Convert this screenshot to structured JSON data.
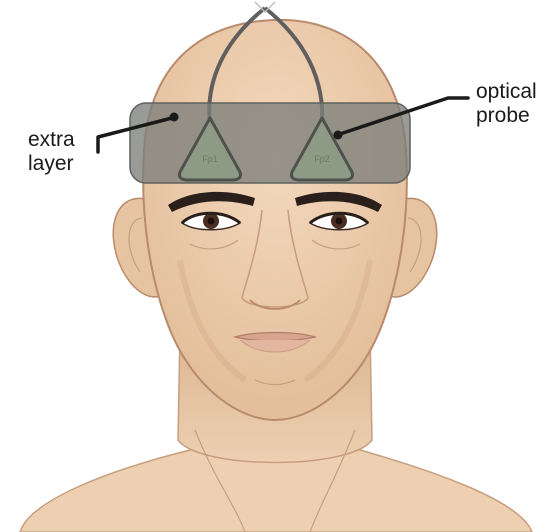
{
  "labels": {
    "extra_layer": [
      "extra",
      "layer"
    ],
    "optical_probe": [
      "optical",
      "probe"
    ]
  },
  "probes": [
    {
      "tag": "Fp1"
    },
    {
      "tag": "Fp2"
    }
  ],
  "colors": {
    "skin": "#eccdaa",
    "skin_shadow": "#d8b08c",
    "outline": "#b98a6b",
    "band": "#7c7f7b",
    "probe_fill": "#8c9a86",
    "probe_edge": "#6c6e69",
    "cable": "#5f5f5f",
    "brow": "#2b1f1c",
    "lips": "#d7a58f"
  },
  "icons": {
    "head": "human-head-illustration",
    "probe": "triangle-probe-icon"
  }
}
